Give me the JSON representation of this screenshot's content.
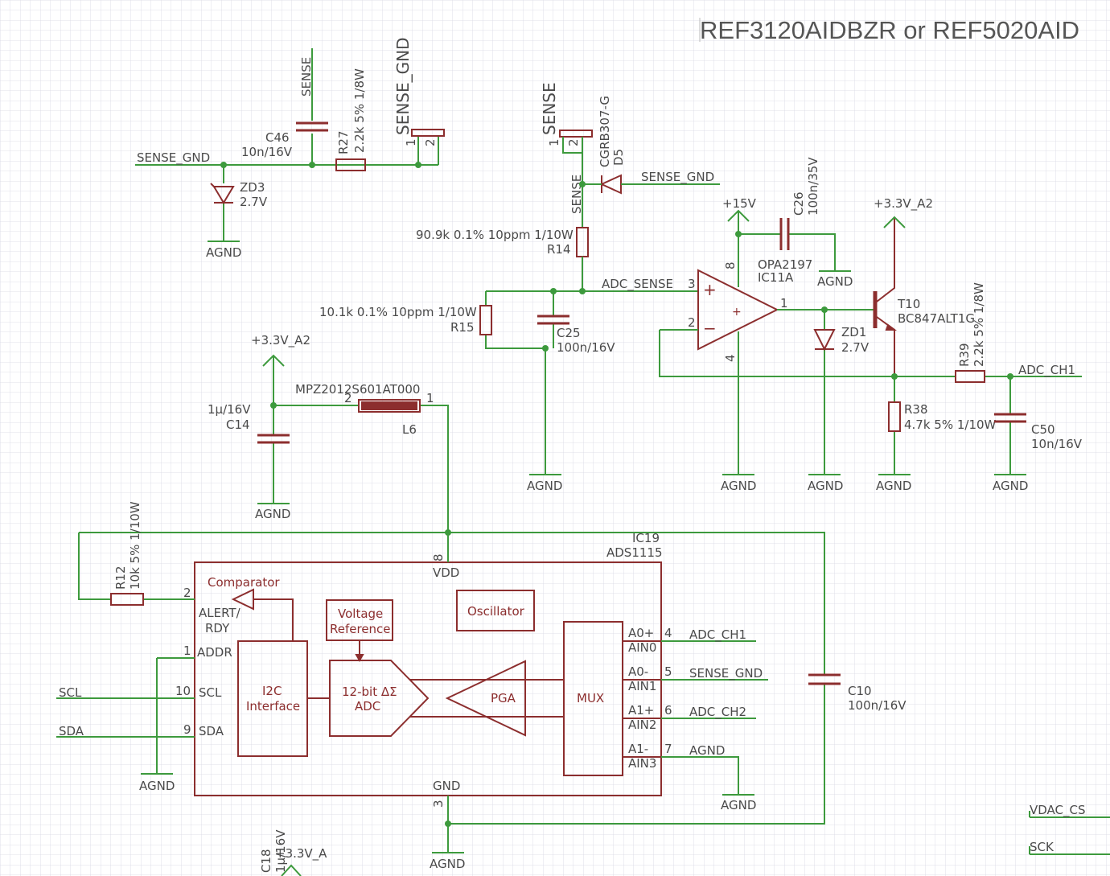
{
  "title": "REF3120AIDBZR or REF5020AID",
  "nets": {
    "sense": "SENSE",
    "sense_gnd": "SENSE_GND",
    "adc_sense": "ADC_SENSE",
    "adc_ch1": "ADC_CH1",
    "adc_ch2": "ADC_CH2",
    "agnd": "AGND",
    "p15v": "+15V",
    "p33v_a2": "+3.3V_A2",
    "p33v_a": "+3.3V_A",
    "scl": "SCL",
    "sda": "SDA",
    "vdac_cs": "VDAC_CS",
    "sck": "SCK"
  },
  "parts": {
    "c46": {
      "name": "C46",
      "value": "10n/16V"
    },
    "r27": {
      "name": "R27",
      "value": "2.2k 5% 1/8W"
    },
    "zd3": {
      "name": "ZD3",
      "value": "2.7V"
    },
    "d5": {
      "name": "D5",
      "value": "CGRB307-G"
    },
    "r14": {
      "name": "R14",
      "value": "90.9k 0.1% 10ppm 1/10W"
    },
    "r15": {
      "name": "R15",
      "value": "10.1k 0.1% 10ppm 1/10W"
    },
    "c25": {
      "name": "C25",
      "value": "100n/16V"
    },
    "c26": {
      "name": "C26",
      "value": "100n/35V"
    },
    "ic11": {
      "name": "IC11A",
      "value": "OPA2197"
    },
    "zd1": {
      "name": "ZD1",
      "value": "2.7V"
    },
    "t10": {
      "name": "T10",
      "value": "BC847ALT1G"
    },
    "r39": {
      "name": "R39",
      "value": "2.2k 5% 1/8W"
    },
    "r38": {
      "name": "R38",
      "value": "4.7k 5% 1/10W"
    },
    "c50": {
      "name": "C50",
      "value": "10n/16V"
    },
    "l6": {
      "name": "L6",
      "value": "MPZ2012S601AT000"
    },
    "c14": {
      "name": "C14",
      "value": "1µ/16V"
    },
    "r12": {
      "name": "R12",
      "value": "10k 5% 1/10W"
    },
    "ic19": {
      "name": "IC19",
      "value": "ADS1115"
    },
    "c10": {
      "name": "C10",
      "value": "100n/16V"
    },
    "c18": {
      "name": "C18",
      "value": "1µ/16V"
    }
  },
  "ic19_blocks": {
    "comparator": "Comparator",
    "vref_1": "Voltage",
    "vref_2": "Reference",
    "oscillator": "Oscillator",
    "i2c_1": "I2C",
    "i2c_2": "Interface",
    "adc_1": "12-bit ΔΣ",
    "adc_2": "ADC",
    "pga": "PGA",
    "mux": "MUX",
    "vdd": "VDD",
    "gnd": "GND",
    "alert_1": "ALERT/",
    "alert_2": "RDY",
    "addr": "ADDR",
    "scl": "SCL",
    "sda": "SDA",
    "a0p": "A0+",
    "ain0": "AIN0",
    "a0m": "A0-",
    "ain1": "AIN1",
    "a1p": "A1+",
    "ain2": "AIN2",
    "a1m": "A1-",
    "ain3": "AIN3"
  },
  "pins": {
    "p1": "1",
    "p2": "2",
    "p3": "3",
    "p4": "4",
    "p5": "5",
    "p6": "6",
    "p7": "7",
    "p8": "8",
    "p9": "9",
    "p10": "10"
  },
  "colors": {
    "wire": "#3d9a3d",
    "symbol": "#8c2e2e",
    "grid": "#d7d7e4"
  }
}
